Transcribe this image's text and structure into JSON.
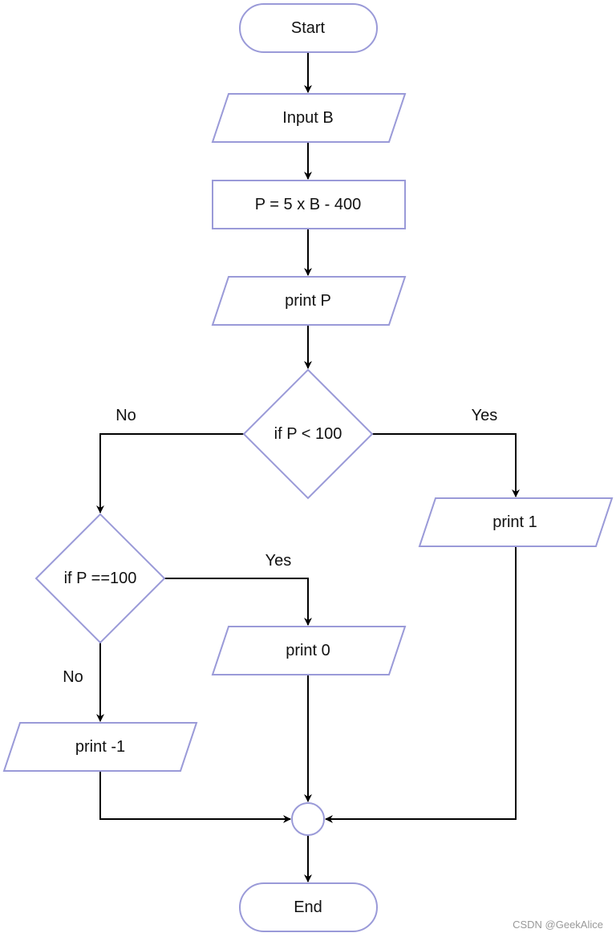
{
  "nodes": {
    "start": "Start",
    "input": "Input B",
    "compute": "P = 5 x B - 400",
    "print_p": "print P",
    "decision1": "if P < 100",
    "print_1": "print 1",
    "decision2": "if P ==100",
    "print_0": "print 0",
    "print_neg1": "print -1",
    "end": "End"
  },
  "edges": {
    "d1_no": "No",
    "d1_yes": "Yes",
    "d2_yes": "Yes",
    "d2_no": "No"
  },
  "watermark": "CSDN @GeekAlice",
  "colors": {
    "shape_stroke": "#9a9ad8",
    "edge": "#000000"
  }
}
